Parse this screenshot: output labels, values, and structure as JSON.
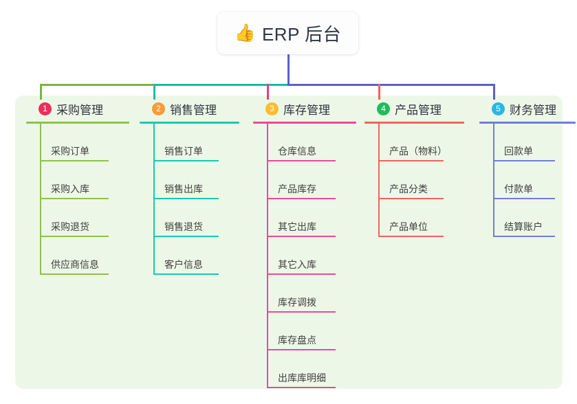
{
  "page": {
    "background": "#ffffff",
    "panel_color": "#edf7e7"
  },
  "root": {
    "icon": "thumbs-up-icon",
    "icon_glyph": "👍",
    "title": "ERP 后台"
  },
  "connectors": {
    "trunk_color": "#5b5fc7",
    "segments": [
      {
        "name": "green-segment",
        "color": "#7cb342"
      },
      {
        "name": "teal-segment",
        "color": "#13bfa6"
      },
      {
        "name": "blue-segment",
        "color": "#5b5fc7"
      }
    ],
    "drops": [
      {
        "name": "drop-1",
        "color": "#7cb342"
      },
      {
        "name": "drop-2",
        "color": "#13bfa6"
      },
      {
        "name": "drop-3",
        "color": "#ec3b83"
      },
      {
        "name": "drop-4",
        "color": "#f4625c"
      },
      {
        "name": "drop-5",
        "color": "#5b5fc7"
      }
    ]
  },
  "columns": [
    {
      "number": "1",
      "badge_color": "#ea2f5b",
      "line_color": "#8bc34a",
      "title": "采购管理",
      "items": [
        "采购订单",
        "采购入库",
        "采购退货",
        "供应商信息"
      ]
    },
    {
      "number": "2",
      "badge_color": "#f79b3c",
      "line_color": "#17c8b4",
      "title": "销售管理",
      "items": [
        "销售订单",
        "销售出库",
        "销售退货",
        "客户信息"
      ]
    },
    {
      "number": "3",
      "badge_color": "#fbbc2e",
      "line_color": "#ec4899",
      "title": "库存管理",
      "items": [
        "仓库信息",
        "产品库存",
        "其它出库",
        "其它入库",
        "库存调拨",
        "库存盘点",
        "出库库明细"
      ]
    },
    {
      "number": "4",
      "badge_color": "#22bb5b",
      "line_color": "#f4625c",
      "title": "产品管理",
      "items": [
        "产品（物料）",
        "产品分类",
        "产品单位"
      ]
    },
    {
      "number": "5",
      "badge_color": "#29b6e8",
      "line_color": "#6b7fd7",
      "title": "财务管理",
      "items": [
        "回款单",
        "付款单",
        "结算账户"
      ]
    }
  ]
}
